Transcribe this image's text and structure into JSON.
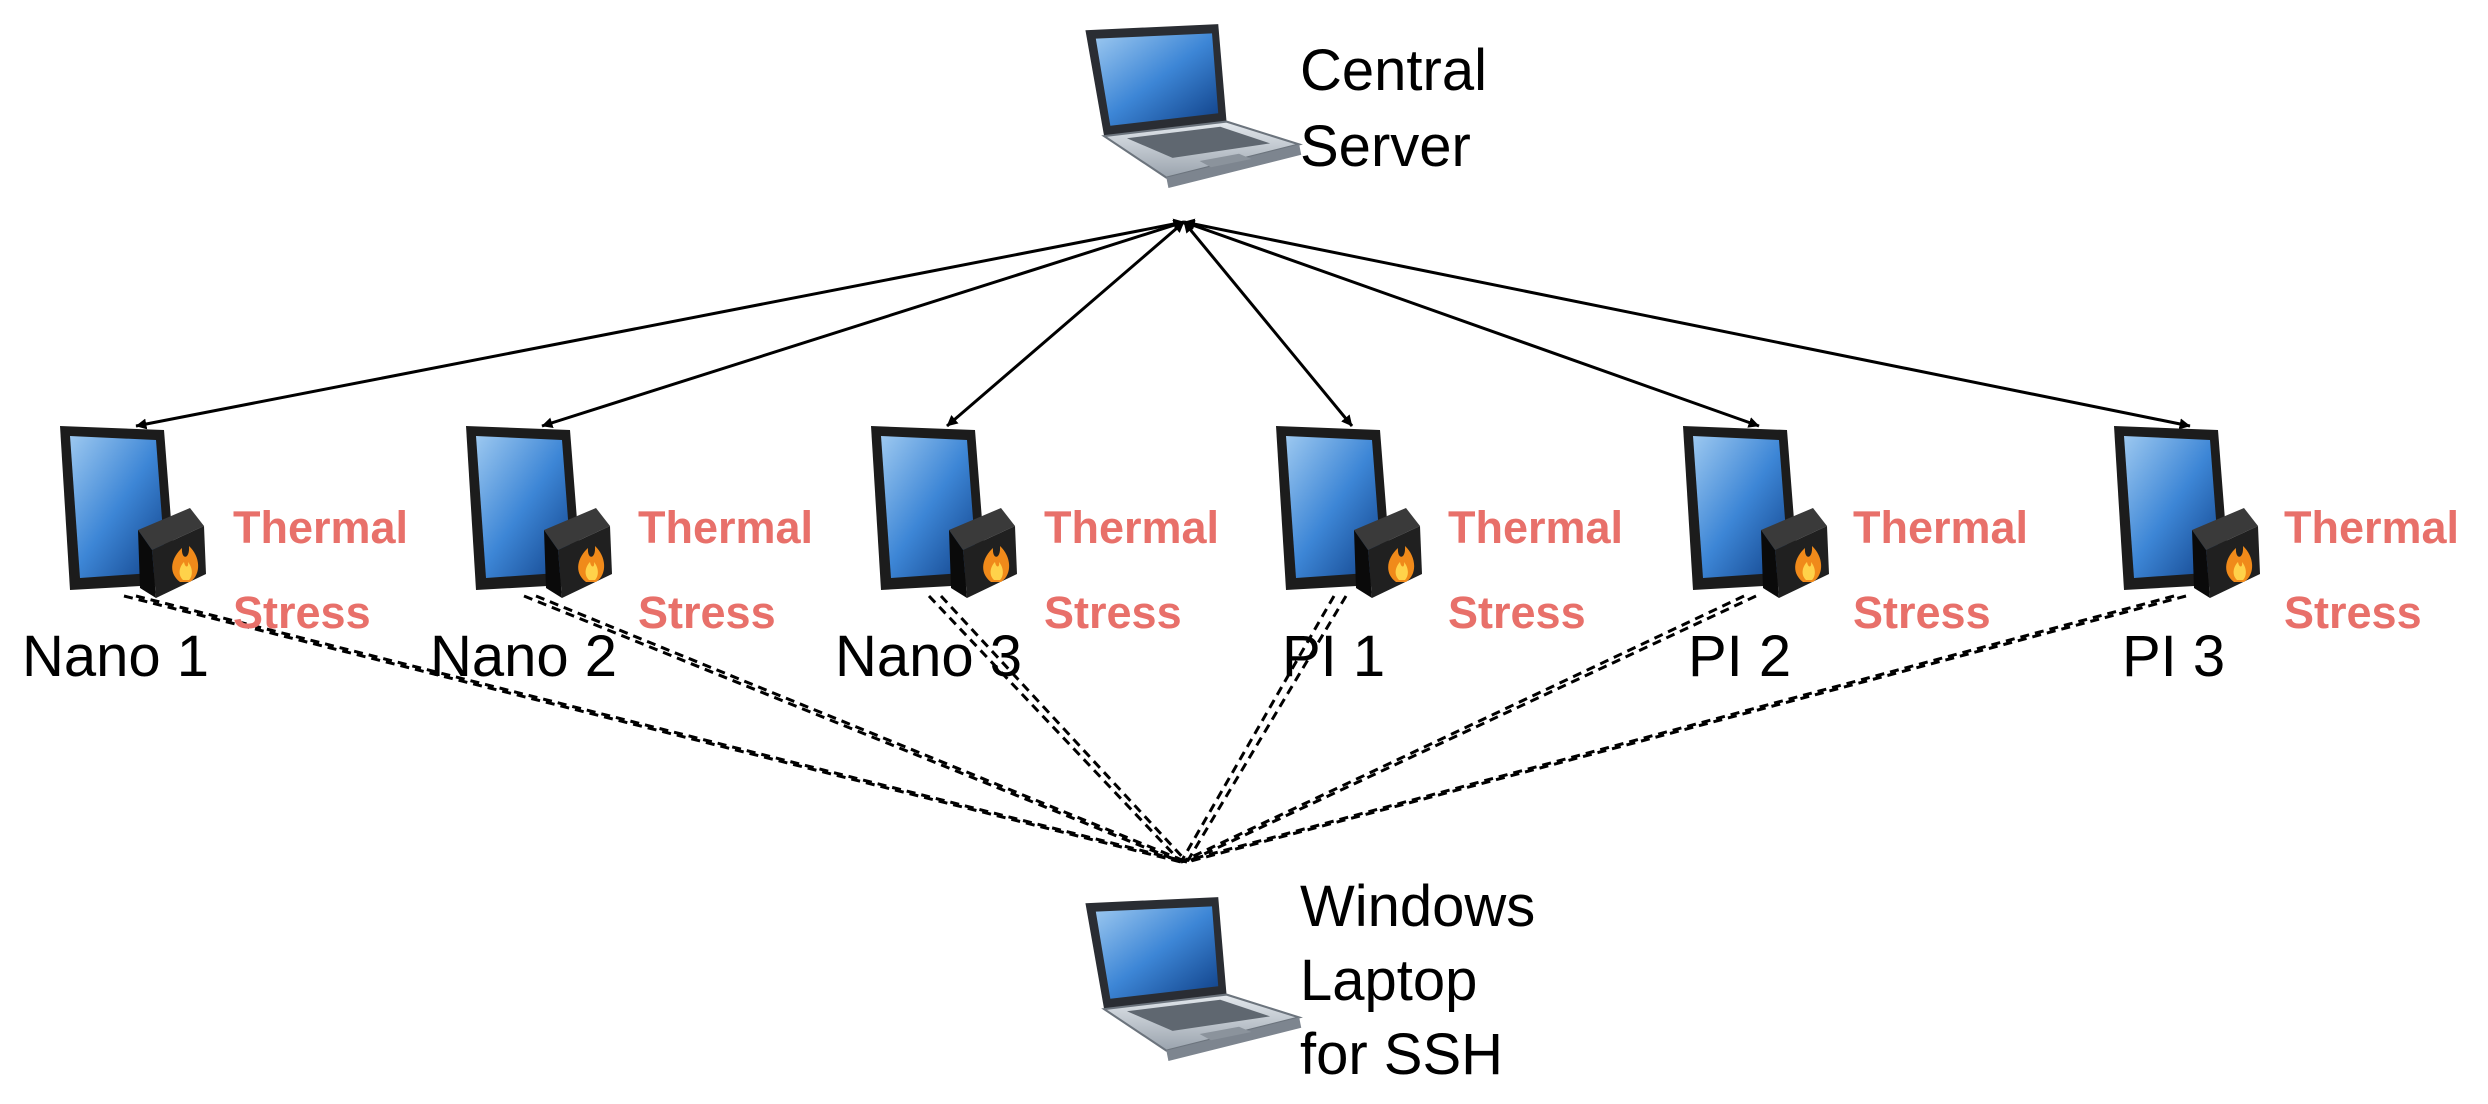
{
  "server": {
    "line1": "Central",
    "line2": "Server"
  },
  "laptop": {
    "line1": "Windows",
    "line2": "Laptop",
    "line3": "for SSH"
  },
  "stress": {
    "line1": "Thermal",
    "line2": "Stress"
  },
  "devices": [
    {
      "id": "nano-1",
      "label": "Nano 1"
    },
    {
      "id": "nano-2",
      "label": "Nano 2"
    },
    {
      "id": "nano-3",
      "label": "Nano 3"
    },
    {
      "id": "pi-1",
      "label": "PI 1"
    },
    {
      "id": "pi-2",
      "label": "PI 2"
    },
    {
      "id": "pi-3",
      "label": "PI 3"
    }
  ],
  "colors": {
    "stress": "#e8706a",
    "screen": "#2f74c8",
    "frame": "#1c1c1c",
    "flame": "#f08a1a",
    "laptop_body": "#c8cfd6"
  },
  "icons": {
    "server": "laptop-icon",
    "laptop": "laptop-icon",
    "device": "tablet-icon",
    "badge": "fire-icon"
  }
}
